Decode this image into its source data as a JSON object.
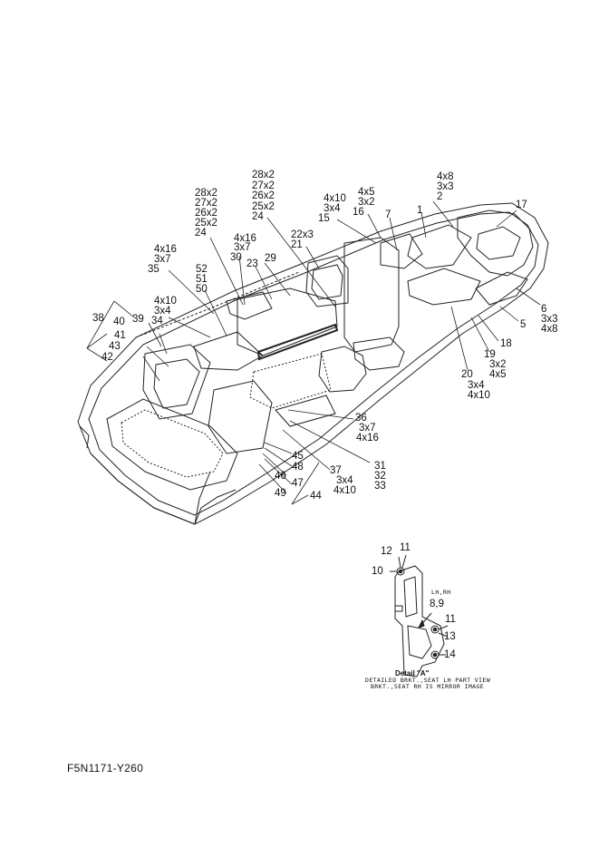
{
  "figure_code": "F5N1171-Y260",
  "callouts": {
    "c_28x2_top": "28x2",
    "c_27x2_top": "27x2",
    "c_26x2_top": "26x2",
    "c_25x2_top": "25x2",
    "c_24_top": "24",
    "c_4x8_top": "4x8",
    "c_3x3_top": "3x3",
    "c_2": "2",
    "c_4x10_a": "4x10",
    "c_3x4_a": "3x4",
    "c_15": "15",
    "c_4x5_a": "4x5",
    "c_3x2_a": "3x2",
    "c_16": "16",
    "c_7": "7",
    "c_1": "1",
    "c_17": "17",
    "c_28x2_l": "28x2",
    "c_27x2_l": "27x2",
    "c_26x2_l": "26x2",
    "c_25x2_l": "25x2",
    "c_24_l": "24",
    "c_4x16_a": "4x16",
    "c_3x7_a": "3x7",
    "c_30": "30",
    "c_23": "23",
    "c_29": "29",
    "c_22x3": "22x3",
    "c_21": "21",
    "c_4x16_b": "4x16",
    "c_3x7_b": "3x7",
    "c_35": "35",
    "c_52": "52",
    "c_51": "51",
    "c_50": "50",
    "c_4x10_b": "4x10",
    "c_3x4_b": "3x4",
    "c_34": "34",
    "c_38": "38",
    "c_40": "40",
    "c_39": "39",
    "c_41": "41",
    "c_43": "43",
    "c_42": "42",
    "c_6": "6",
    "c_3x3_r": "3x3",
    "c_4x8_r": "4x8",
    "c_5": "5",
    "c_18": "18",
    "c_19": "19",
    "c_3x2_r": "3x2",
    "c_4x5_r": "4x5",
    "c_20": "20",
    "c_3x4_r": "3x4",
    "c_4x10_r": "4x10",
    "c_36": "36",
    "c_3x7_c": "3x7",
    "c_4x16_c": "4x16",
    "c_45": "45",
    "c_48": "48",
    "c_46": "46",
    "c_47": "47",
    "c_49": "49",
    "c_44": "44",
    "c_37": "37",
    "c_3x4_c": "3x4",
    "c_4x10_c": "4x10",
    "c_31": "31",
    "c_32": "32",
    "c_33": "33"
  },
  "detail": {
    "c_12": "12",
    "c_11_a": "11",
    "c_10": "10",
    "lhrh": "LH,RH",
    "c_89": "8,9",
    "c_11_b": "11",
    "c_13": "13",
    "c_14": "14",
    "title": "Detail \"A\"",
    "note_1": "DETAILED BRKT.,SEAT LH PART VIEW",
    "note_2": "BRKT.,SEAT RH IS MIRROR IMAGE"
  }
}
